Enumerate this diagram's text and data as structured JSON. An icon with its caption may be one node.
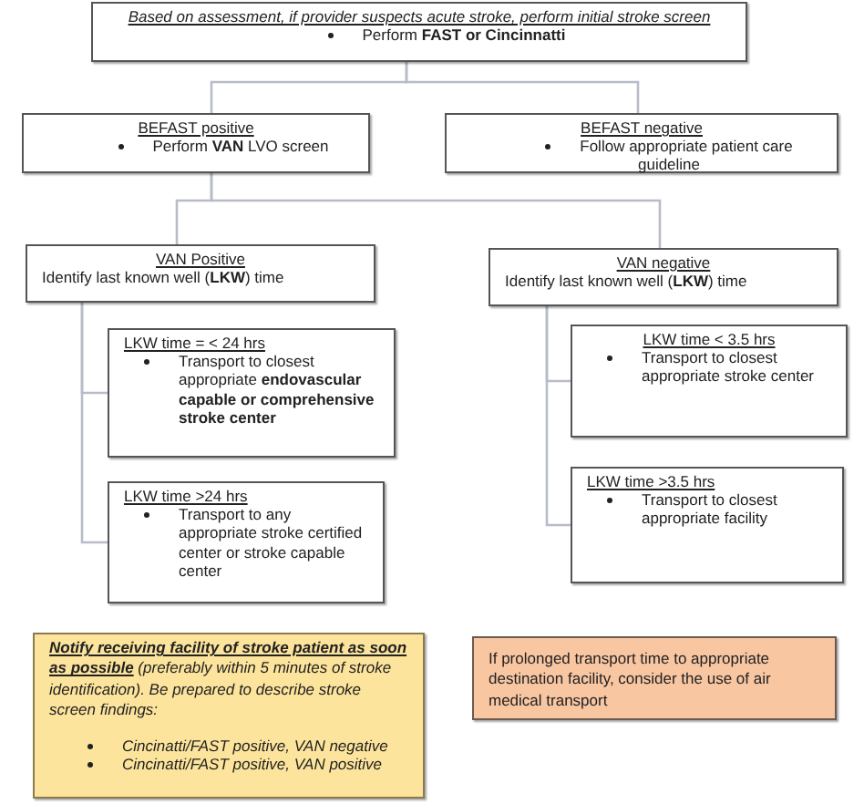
{
  "diagram": {
    "nodes": [
      {
        "text": [
          "Based on assessment, if provider suspects acute stroke, perform initial stroke screen",
          "Perform **FAST or Cincinnatti**"
        ]
      },
      {
        "text": [
          "BEFAST positive",
          "Perform **VAN** LVO screen"
        ]
      },
      {
        "text": [
          "BEFAST negative",
          "Follow appropriate patient care guideline"
        ]
      },
      {
        "text": [
          "VAN Positive",
          "Identify last known well (**LKW**) time"
        ]
      },
      {
        "text": [
          "VAN negative",
          "Identify last known well (**LKW**) time"
        ]
      },
      {
        "text": [
          "LKW time = < 24 hrs",
          "Transport to closest appropriate **endovascular capable or comprehensive stroke center**"
        ]
      },
      {
        "text": [
          "LKW time >24 hrs",
          "Transport to any appropriate stroke certified center or stroke capable center"
        ]
      },
      {
        "text": [
          "LKW time < 3.5 hrs",
          "Transport to closest appropriate stroke center"
        ]
      },
      {
        "text": [
          "LKW time >3.5 hrs",
          "Transport to closest appropriate facility"
        ]
      },
      {
        "text": [
          "**Notify receiving facility of stroke patient as soon as possible** (preferably within 5 minutes of stroke identification). Be prepared to describe stroke screen findings:",
          "Cincinatti/FAST positive, VAN negative",
          "Cincinatti/FAST positive, VAN positive"
        ]
      },
      {
        "text": [
          "If prolonged transport time to appropriate destination facility, consider the use of air medical transport"
        ]
      }
    ],
    "edges": [
      {
        "from": 0,
        "to": 1,
        "arrow": "none"
      },
      {
        "from": 0,
        "to": 2,
        "arrow": "none"
      },
      {
        "from": 1,
        "to": 3,
        "arrow": "none"
      },
      {
        "from": 1,
        "to": 4,
        "arrow": "none"
      },
      {
        "from": 3,
        "to": 5,
        "arrow": "none"
      },
      {
        "from": 3,
        "to": 6,
        "arrow": "none"
      },
      {
        "from": 4,
        "to": 7,
        "arrow": "none"
      },
      {
        "from": 4,
        "to": 8,
        "arrow": "none"
      }
    ]
  }
}
